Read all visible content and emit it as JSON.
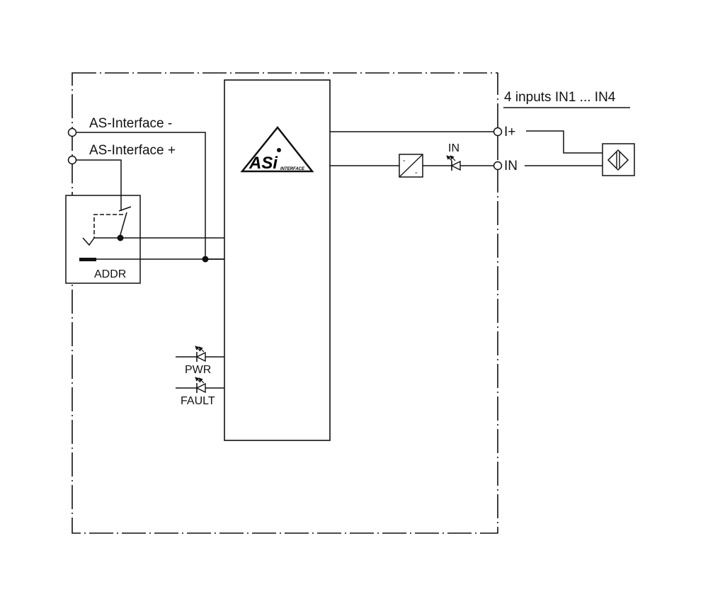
{
  "diagram": {
    "title": "AS-Interface module wiring diagram",
    "colors": {
      "line": "#111111",
      "background": "#ffffff"
    },
    "left_terminals": [
      {
        "label": "AS-Interface -"
      },
      {
        "label": "AS-Interface +"
      }
    ],
    "addressing_socket": {
      "label": "ADDR"
    },
    "main_module": {
      "logo": {
        "main": "ASi",
        "sub": "INTERFACE"
      }
    },
    "status_leds": [
      {
        "label": "PWR"
      },
      {
        "label": "FAULT"
      }
    ],
    "input_section": {
      "heading": "4 inputs IN1 ... IN4",
      "converter": {
        "symbol_top": "-",
        "symbol_bottom": "-"
      },
      "input_led": {
        "label": "IN"
      },
      "terminals": [
        {
          "label": "I+"
        },
        {
          "label": "IN"
        }
      ],
      "sensor": {
        "type": "proximity-sensor"
      }
    }
  }
}
